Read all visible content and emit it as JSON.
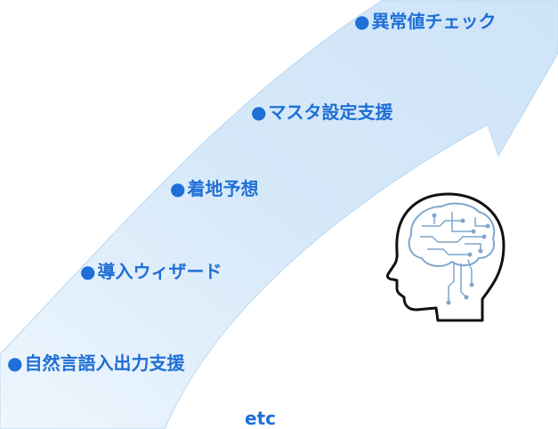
{
  "features": [
    {
      "bullet": "●",
      "label": "異常値チェック"
    },
    {
      "bullet": "●",
      "label": "マスタ設定支援"
    },
    {
      "bullet": "●",
      "label": "着地予想"
    },
    {
      "bullet": "●",
      "label": "導入ウィザード"
    },
    {
      "bullet": "●",
      "label": "自然言語入出力支援"
    }
  ],
  "etc_label": "etc",
  "icons": {
    "arrow": "growth-arrow",
    "head": "ai-brain-head-icon"
  },
  "colors": {
    "text": "#1f6fd6",
    "arrow_light": "#dcecfa",
    "arrow_edge": "#a9cfee",
    "head_stroke": "#111111"
  }
}
